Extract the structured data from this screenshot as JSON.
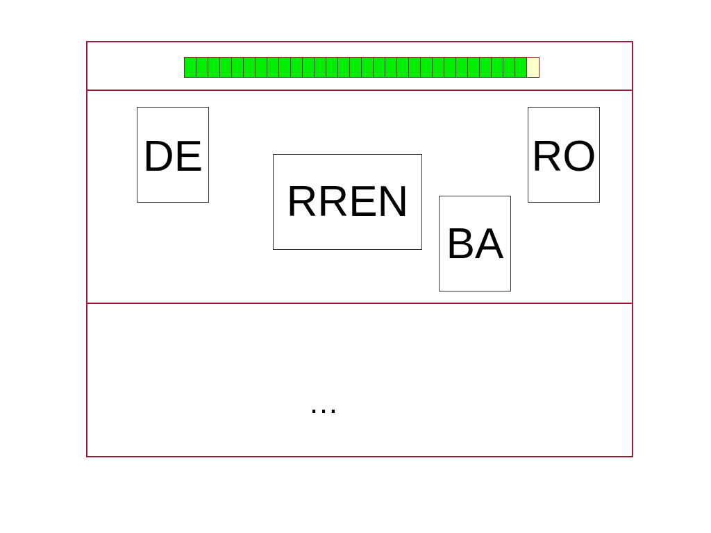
{
  "colors": {
    "frame": "#a3183a",
    "filled_cell": "#00ee00",
    "empty_cell": "#ffffcc"
  },
  "progress": {
    "total_cells": 30,
    "filled_cells": 29
  },
  "tiles": {
    "de": "DE",
    "ro": "RO",
    "rren": "RREN",
    "ba": "BA"
  },
  "answer_area": {
    "text": "…"
  }
}
